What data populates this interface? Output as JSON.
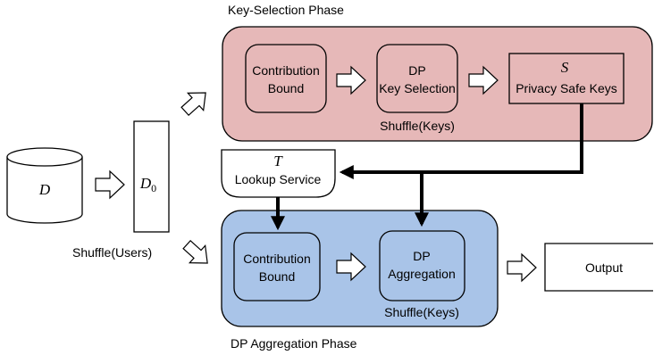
{
  "key_selection_phase": {
    "title": "Key-Selection Phase",
    "color": "#e6b8b8",
    "contribution_bound": [
      "Contribution",
      "Bound"
    ],
    "dp_key_selection": [
      "DP",
      "Key Selection"
    ],
    "shuffle_label": "Shuffle(Keys)",
    "privacy_safe_keys": {
      "symbol": "S",
      "label": "Privacy Safe Keys"
    }
  },
  "input": {
    "database_symbol": "D",
    "shuffled_symbol_base": "D",
    "shuffled_symbol_sub": "0",
    "shuffle_label": "Shuffle(Users)"
  },
  "lookup_service": {
    "symbol": "T",
    "label": "Lookup Service"
  },
  "aggregation_phase": {
    "title": "DP Aggregation Phase",
    "color": "#a9c4e8",
    "contribution_bound": [
      "Contribution",
      "Bound"
    ],
    "dp_aggregation": [
      "DP",
      "Aggregation"
    ],
    "shuffle_label": "Shuffle(Keys)"
  },
  "output": {
    "label": "Output"
  }
}
